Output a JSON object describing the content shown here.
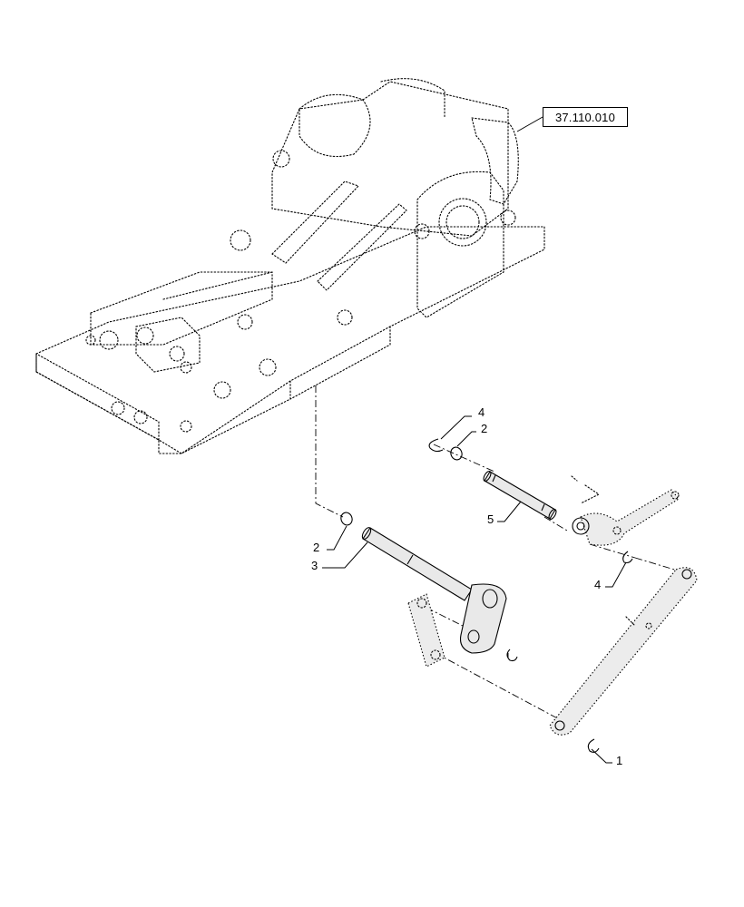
{
  "reference": {
    "label": "37.110.010"
  },
  "callouts": {
    "c1": "1",
    "c2a": "2",
    "c2b": "2",
    "c3": "3",
    "c4a": "4",
    "c4b": "4",
    "c5": "5"
  },
  "colors": {
    "line": "#000000",
    "part_fill": "#e9e9e9",
    "background": "#ffffff"
  }
}
